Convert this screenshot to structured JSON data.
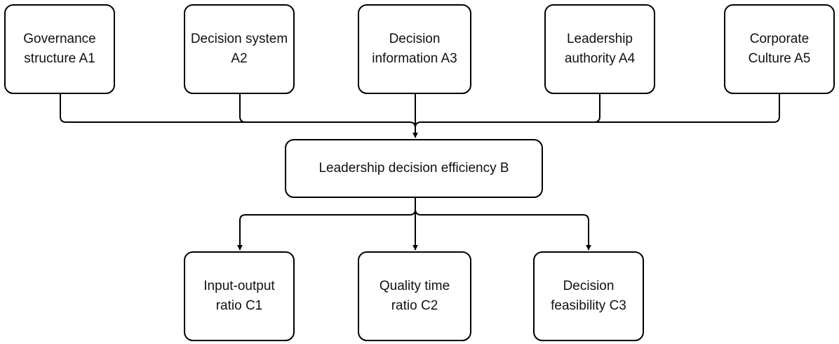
{
  "nodes": {
    "a1": {
      "label": "Governance\nstructure A1"
    },
    "a2": {
      "label": "Decision system\nA2"
    },
    "a3": {
      "label": "Decision\ninformation A3"
    },
    "a4": {
      "label": "Leadership\nauthority A4"
    },
    "a5": {
      "label": "Corporate\nCulture A5"
    },
    "b": {
      "label": "Leadership decision efficiency B"
    },
    "c1": {
      "label": "Input-output\nratio C1"
    },
    "c2": {
      "label": "Quality time\nratio C2"
    },
    "c3": {
      "label": "Decision\nfeasibility C3"
    }
  },
  "edges": [
    {
      "from": "a1",
      "to": "b"
    },
    {
      "from": "a2",
      "to": "b"
    },
    {
      "from": "a3",
      "to": "b"
    },
    {
      "from": "a4",
      "to": "b"
    },
    {
      "from": "a5",
      "to": "b"
    },
    {
      "from": "b",
      "to": "c1"
    },
    {
      "from": "b",
      "to": "c2"
    },
    {
      "from": "b",
      "to": "c3"
    }
  ],
  "colors": {
    "line": "#000000",
    "box_border": "#000000",
    "text": "#111111",
    "background": "#ffffff"
  }
}
